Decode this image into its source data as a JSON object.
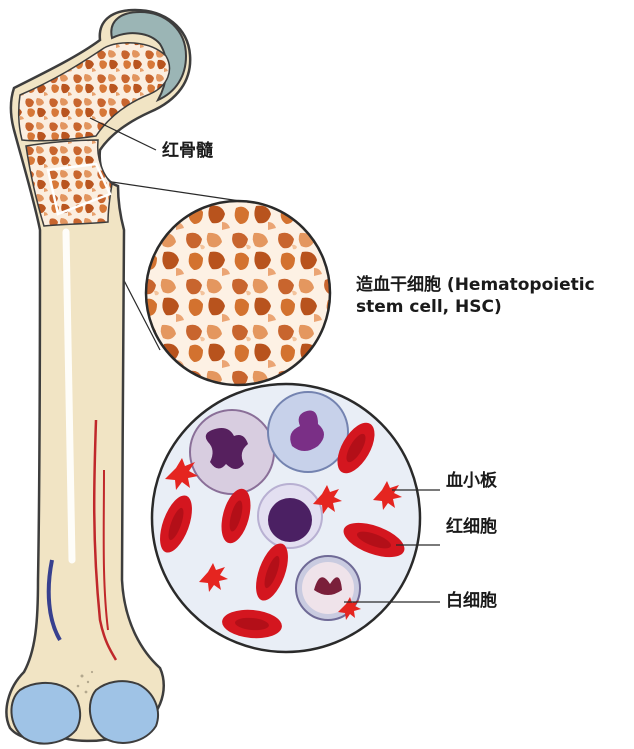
{
  "labels": {
    "red_marrow": "红骨髓",
    "hsc_line1": "造血干细胞 (Hematopoietic",
    "hsc_line2": "stem cell, HSC)",
    "platelet": "血小板",
    "red_blood_cell": "红细胞",
    "white_blood_cell": "白细胞"
  },
  "colors": {
    "bone": "#f1e4c4",
    "bone_outline": "#3d3d3d",
    "marrow_light": "#f9e7d4",
    "marrow_dark": "#c8652e",
    "cartilage": "#9fc3e6",
    "head_cap": "#9bb5b5",
    "red_blood_cell": "#d4161f",
    "platelet": "#e52520",
    "white_cell_nucleus": "#56205e",
    "vessel_red": "#c0282b",
    "vessel_blue": "#37408f",
    "circle_fill": "#e9eef6"
  }
}
